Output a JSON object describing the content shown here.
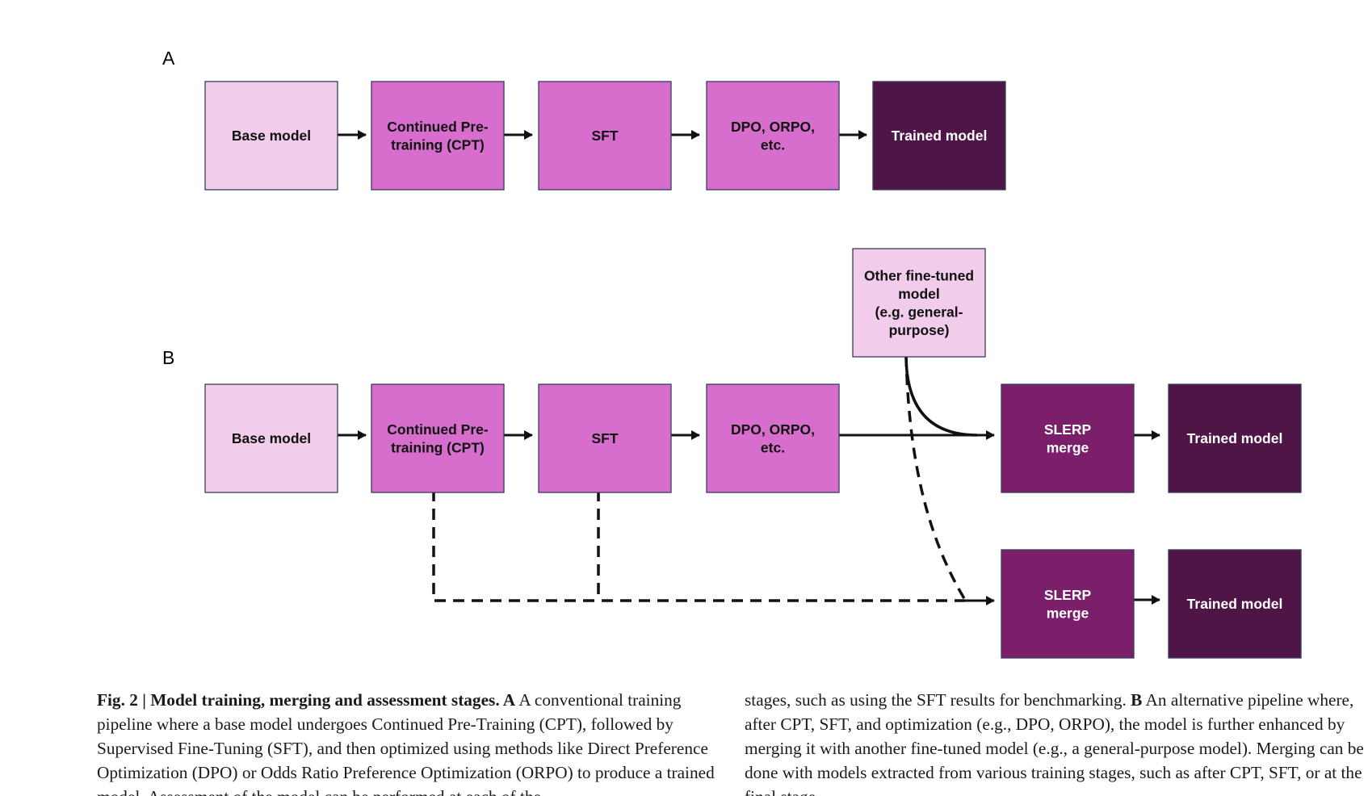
{
  "panels": {
    "a_label": "A",
    "b_label": "B"
  },
  "colors": {
    "light": "#f2cdeb",
    "medium": "#d76ecd",
    "dark_merge": "#7b1f6b",
    "darkest": "#501547",
    "border": "#3a3a5a",
    "arrow": "#111111"
  },
  "nodes": {
    "a_base": [
      "Base model"
    ],
    "a_cpt": [
      "Continued Pre-",
      "training (CPT)"
    ],
    "a_sft": [
      "SFT"
    ],
    "a_dpo": [
      "DPO, ORPO,",
      "etc."
    ],
    "a_trained": [
      "Trained model"
    ],
    "b_other": [
      "Other fine-tuned",
      "model",
      "(e.g. general-",
      "purpose)"
    ],
    "b_base": [
      "Base model"
    ],
    "b_cpt": [
      "Continued Pre-",
      "training (CPT)"
    ],
    "b_sft": [
      "SFT"
    ],
    "b_dpo": [
      "DPO, ORPO,",
      "etc."
    ],
    "b_slerp1": [
      "SLERP",
      "merge"
    ],
    "b_trained1": [
      "Trained model"
    ],
    "b_slerp2": [
      "SLERP",
      "merge"
    ],
    "b_trained2": [
      "Trained model"
    ]
  },
  "caption": {
    "left_bold": "Fig. 2 | Model training, merging and assessment stages. A",
    "left_text": " A conventional training pipeline where a base model undergoes Continued Pre-Training (CPT), followed by Supervised Fine-Tuning (SFT), and then optimized using methods like Direct Preference Optimization (DPO) or Odds Ratio Preference Optimization (ORPO) to produce a trained model. Assessment of the model can be performed at each of the",
    "right_text1": "stages, such as using the SFT results for benchmarking. ",
    "right_bold": "B",
    "right_text2": " An alternative pipeline where, after CPT, SFT, and optimization (e.g., DPO, ORPO), the model is further enhanced by merging it with another fine-tuned model (e.g., a general-purpose model). Merging can be done with models extracted from various training stages, such as after CPT, SFT, or at the final stage."
  }
}
